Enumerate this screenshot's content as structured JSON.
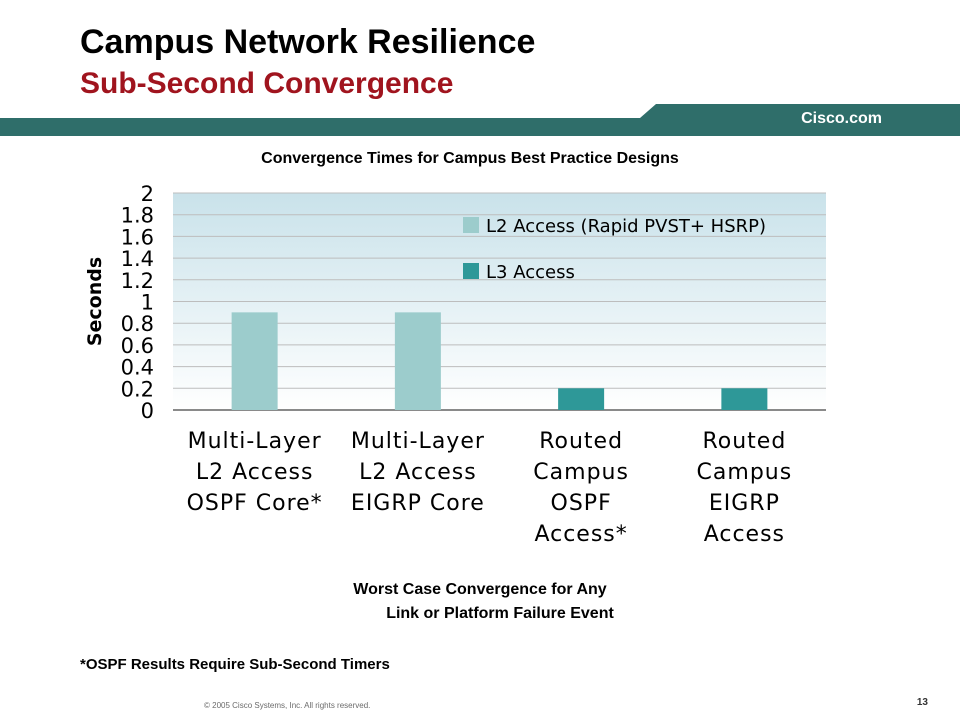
{
  "slide": {
    "title": "Campus Network Resilience",
    "subtitle": "Sub-Second Convergence",
    "brand": "Cisco.com",
    "caption_line1": "Worst Case Convergence for Any",
    "caption_line2": "Link or Platform Failure Event",
    "footnote": "*OSPF Results Require Sub-Second Timers",
    "copyright": "© 2005 Cisco Systems, Inc. All rights reserved.",
    "page_number": "13"
  },
  "colors": {
    "banner": "#2f6e6a",
    "subtitle": "#a0141e",
    "series_l2": "#9ccccc",
    "series_l3": "#2e9898",
    "plot_bg_top": "#c9e2ea",
    "plot_bg_bottom": "#ffffff"
  },
  "chart_data": {
    "type": "bar",
    "title": "Convergence Times for Campus Best Practice Designs",
    "ylabel": "Seconds",
    "xlabel": "",
    "ylim": [
      0,
      2
    ],
    "yticks": [
      "2",
      "1.8",
      "1.6",
      "1.4",
      "1.2",
      "1",
      "0.8",
      "0.6",
      "0.4",
      "0.2",
      "0"
    ],
    "grid": true,
    "legend": "top-right",
    "categories": [
      [
        "Multi-Layer",
        "L2 Access",
        "OSPF Core*"
      ],
      [
        "Multi-Layer",
        "L2 Access",
        "EIGRP Core"
      ],
      [
        "Routed",
        "Campus",
        "OSPF",
        "Access*"
      ],
      [
        "Routed",
        "Campus",
        "EIGRP",
        "Access"
      ]
    ],
    "series": [
      {
        "name": "L2 Access (Rapid PVST+ HSRP)",
        "values": [
          0.9,
          0.9,
          null,
          null
        ]
      },
      {
        "name": "L3 Access",
        "values": [
          null,
          null,
          0.2,
          0.2
        ]
      }
    ]
  }
}
